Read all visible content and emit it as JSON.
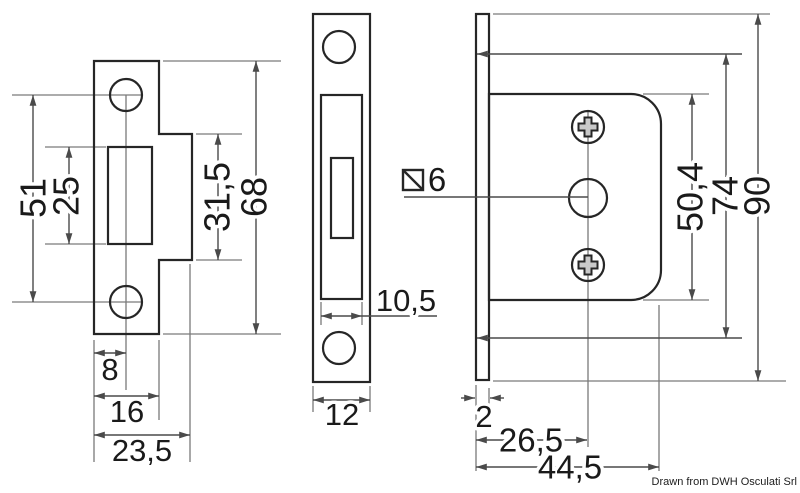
{
  "credit": "Drawn from DWH Osculati Srl",
  "drawing": {
    "type": "technical-dimension-drawing",
    "decimal_separator": "comma",
    "strike_plate_view": {
      "hole_spacing": "51",
      "slot_height": "25",
      "tab_height": "31,5",
      "plate_height": "68",
      "hole_offset": "8",
      "plate_width": "16",
      "overall_width": "23,5"
    },
    "side_view": {
      "recess_width": "10,5",
      "thickness": "12"
    },
    "lock_body_view": {
      "spindle_square_size": "6",
      "body_height": "50,4",
      "marked_span": "74",
      "faceplate_height": "90",
      "faceplate_thickness": "2",
      "spindle_offset": "26,5",
      "overall_width": "44,5"
    }
  },
  "colors": {
    "background": "#ffffff",
    "outline": "#262626",
    "dimension_lines": "#4a4a4a",
    "extension_lines": "#7a7a7a",
    "screw_fill": "#c9c9c9",
    "text": "#1a1a1a"
  }
}
